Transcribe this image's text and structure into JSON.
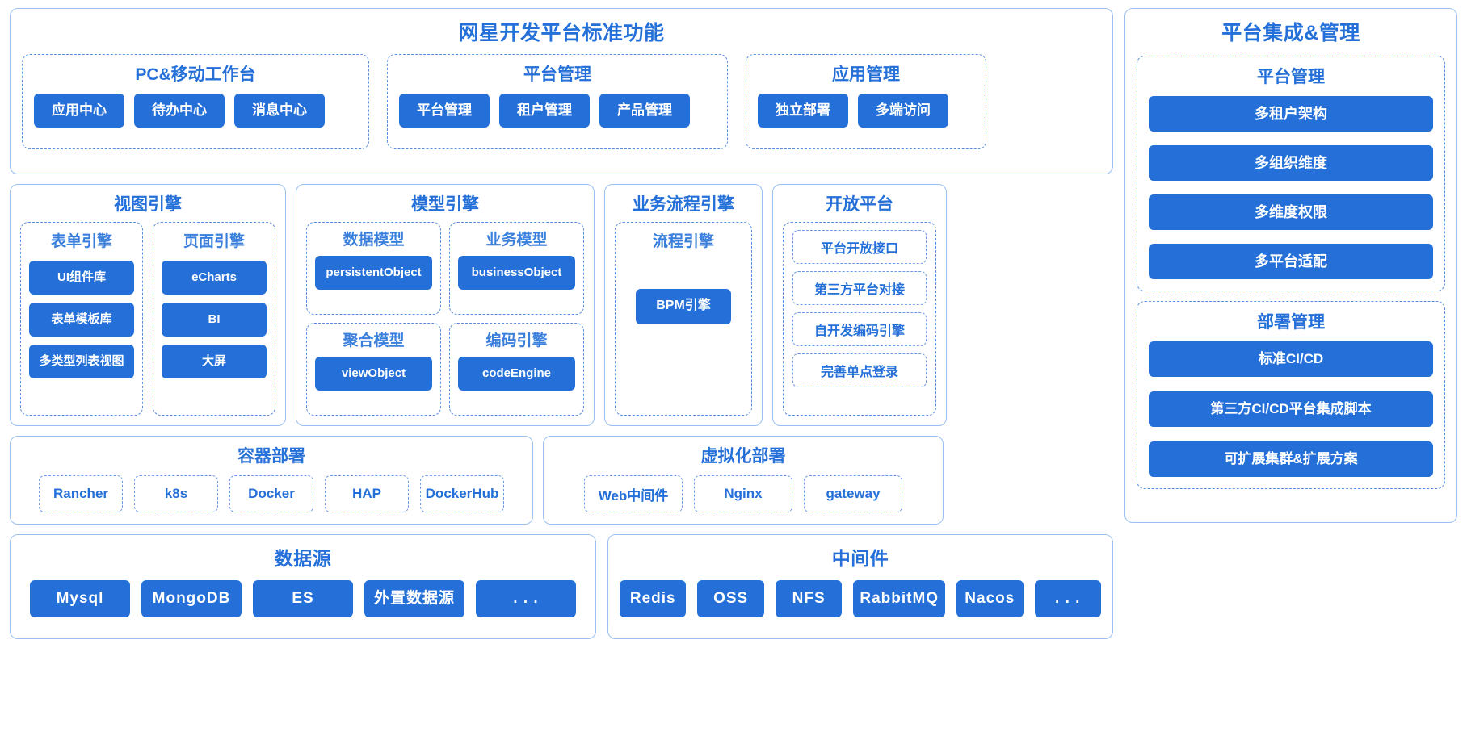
{
  "standard_platform": {
    "title": "网星开发平台标准功能",
    "groups": [
      {
        "title": "PC&移动工作台",
        "items": [
          "应用中心",
          "待办中心",
          "消息中心"
        ]
      },
      {
        "title": "平台管理",
        "items": [
          "平台管理",
          "租户管理",
          "产品管理"
        ]
      },
      {
        "title": "应用管理",
        "items": [
          "独立部署",
          "多端访问"
        ]
      }
    ]
  },
  "engines": {
    "view_engine": {
      "title": "视图引擎",
      "columns": [
        {
          "title": "表单引擎",
          "items": [
            "UI组件库",
            "表单模板库",
            "多类型列表视图"
          ]
        },
        {
          "title": "页面引擎",
          "items": [
            "eCharts",
            "BI",
            "大屏"
          ]
        }
      ]
    },
    "model_engine": {
      "title": "模型引擎",
      "cells": [
        {
          "title": "数据模型",
          "item": "persistentObject"
        },
        {
          "title": "业务模型",
          "item": "businessObject"
        },
        {
          "title": "聚合模型",
          "item": "viewObject"
        },
        {
          "title": "编码引擎",
          "item": "codeEngine"
        }
      ]
    },
    "process_engine": {
      "title": "业务流程引擎",
      "inner_title": "流程引擎",
      "item": "BPM引擎"
    },
    "open_platform": {
      "title": "开放平台",
      "items": [
        "平台开放接口",
        "第三方平台对接",
        "自开发编码引擎",
        "完善单点登录"
      ]
    }
  },
  "deploy": {
    "container": {
      "title": "容器部署",
      "items": [
        "Rancher",
        "k8s",
        "Docker",
        "HAP",
        "DockerHub"
      ]
    },
    "virtual": {
      "title": "虚拟化部署",
      "items": [
        "Web中间件",
        "Nginx",
        "gateway"
      ]
    }
  },
  "data": {
    "datasource": {
      "title": "数据源",
      "items": [
        "Mysql",
        "MongoDB",
        "ES",
        "外置数据源",
        ". . ."
      ]
    },
    "middleware": {
      "title": "中间件",
      "items": [
        "Redis",
        "OSS",
        "NFS",
        "RabbitMQ",
        "Nacos",
        ". . ."
      ]
    }
  },
  "integration": {
    "title": "平台集成&管理",
    "groups": [
      {
        "title": "平台管理",
        "items": [
          "多租户架构",
          "多组织维度",
          "多维度权限",
          "多平台适配"
        ]
      },
      {
        "title": "部署管理",
        "items": [
          "标准CI/CD",
          "第三方CI/CD平台集成脚本",
          "可扩展集群&扩展方案"
        ]
      }
    ]
  },
  "colors": {
    "accent": "#2470d8",
    "border_solid": "#9cc0f0",
    "border_dashed": "#5a8fe0",
    "title_text": "#2470d8",
    "chip_text": "#ffffff",
    "background": "#ffffff"
  }
}
